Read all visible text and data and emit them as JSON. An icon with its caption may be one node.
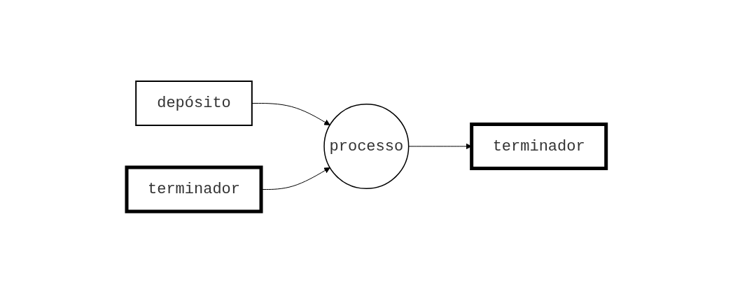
{
  "diagram": {
    "nodes": [
      {
        "text": [
          "depósito"
        ]
      },
      {
        "text": [
          "terminador"
        ]
      },
      {
        "text": [
          "processo"
        ]
      },
      {
        "text": [
          "terminador"
        ]
      }
    ],
    "edges": [
      {
        "from": 0,
        "to": 2,
        "arrow": "to"
      },
      {
        "from": 1,
        "to": 2,
        "arrow": "to"
      },
      {
        "from": 2,
        "to": 3,
        "arrow": "to"
      }
    ]
  }
}
